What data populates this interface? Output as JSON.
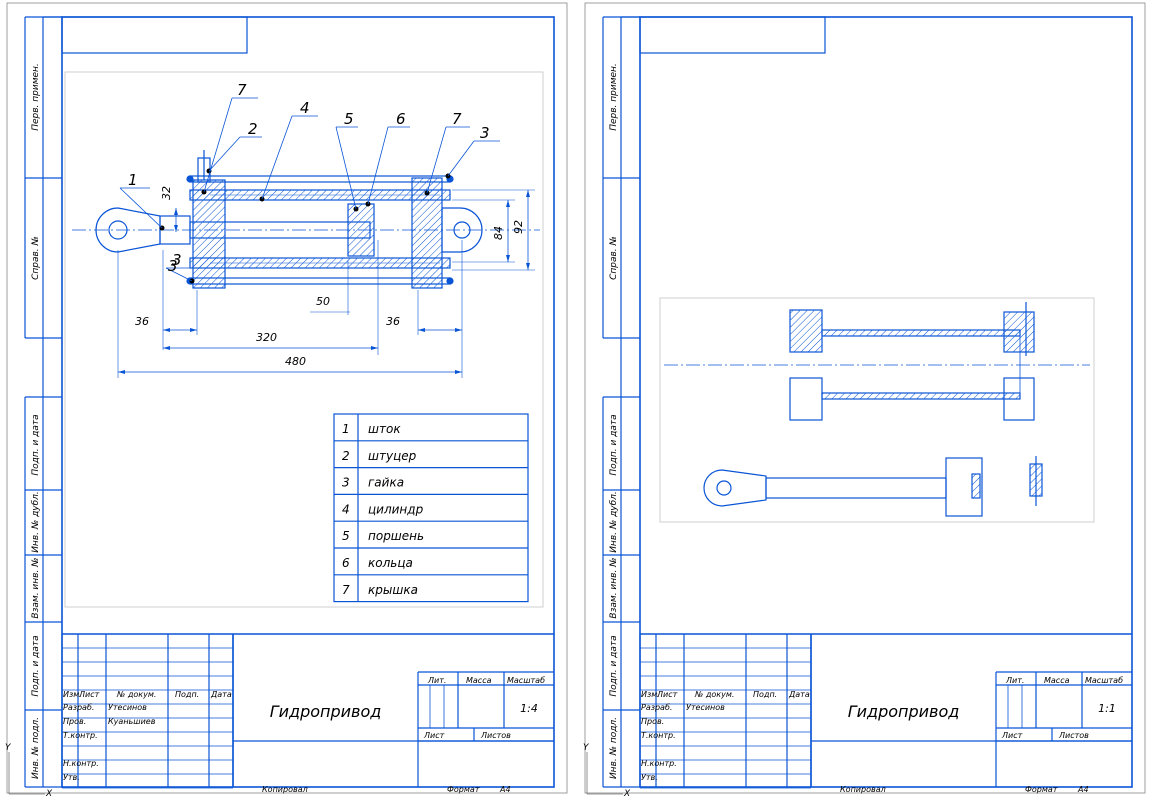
{
  "colors": {
    "line": "#0a55d6",
    "frame": "#000000",
    "text": "#000000",
    "view_box": "#cfcfcf"
  },
  "side_labels": [
    "Перв. примен.",
    "Справ. №",
    "Подп. и дата",
    "Инв. № дубл.",
    "Взам. инв. №",
    "Подп. и дата",
    "Инв. № подл."
  ],
  "title_block": {
    "header": [
      "Изм.",
      "Лист",
      "№ докум.",
      "Подп.",
      "Дата"
    ],
    "roles": [
      "Разраб.",
      "Пров.",
      "Т.контр.",
      "Н.контр.",
      "Утв."
    ],
    "lit_label": "Лит.",
    "mass_label": "Масса",
    "scale_label": "Масштаб",
    "sheet_label": "Лист",
    "sheets_label": "Листов",
    "copied": "Копировал",
    "format_label": "Формат",
    "format": "А4"
  },
  "sheet1": {
    "title": "Гидропривод",
    "scale": "1:4",
    "developer": "Утесинов",
    "checker": "Куаньшиев",
    "callouts": [
      "1",
      "2",
      "3",
      "4",
      "5",
      "6",
      "7",
      "7",
      "3",
      "3"
    ],
    "dimensions": [
      "32",
      "84",
      "92",
      "50",
      "36",
      "320",
      "36",
      "480"
    ],
    "parts": [
      {
        "num": "1",
        "name": "шток"
      },
      {
        "num": "2",
        "name": "штуцер"
      },
      {
        "num": "3",
        "name": "гайка"
      },
      {
        "num": "4",
        "name": "цилиндр"
      },
      {
        "num": "5",
        "name": "поршень"
      },
      {
        "num": "6",
        "name": "кольца"
      },
      {
        "num": "7",
        "name": "крышка"
      }
    ]
  },
  "sheet2": {
    "title": "Гидропривод",
    "scale": "1:1",
    "developer": "Утесинов"
  },
  "axes": {
    "y": "Y",
    "x": "X"
  }
}
